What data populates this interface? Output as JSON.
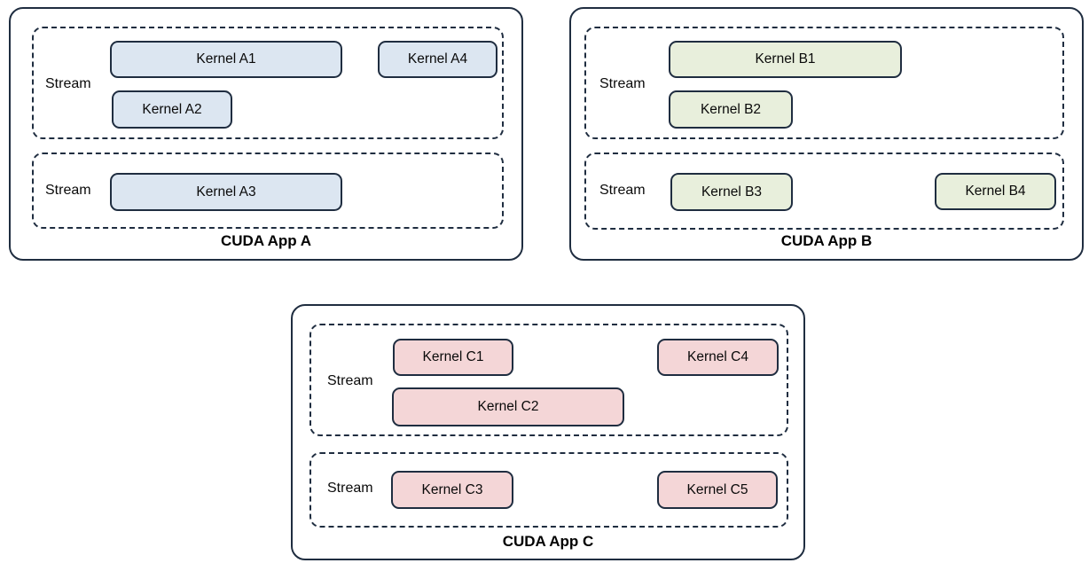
{
  "colors": {
    "outline": "#1f2d40",
    "kernel_fill_app_a": "#dce6f1",
    "kernel_fill_app_b": "#e8efdc",
    "kernel_fill_app_c": "#f4d6d7"
  },
  "apps": [
    {
      "title": "CUDA App A",
      "streams": [
        {
          "label": "Stream",
          "kernels": [
            {
              "label": "Kernel A1"
            },
            {
              "label": "Kernel A4"
            },
            {
              "label": "Kernel A2"
            }
          ]
        },
        {
          "label": "Stream",
          "kernels": [
            {
              "label": "Kernel A3"
            }
          ]
        }
      ]
    },
    {
      "title": "CUDA App B",
      "streams": [
        {
          "label": "Stream",
          "kernels": [
            {
              "label": "Kernel B1"
            },
            {
              "label": "Kernel B2"
            }
          ]
        },
        {
          "label": "Stream",
          "kernels": [
            {
              "label": "Kernel B3"
            },
            {
              "label": "Kernel B4"
            }
          ]
        }
      ]
    },
    {
      "title": "CUDA App C",
      "streams": [
        {
          "label": "Stream",
          "kernels": [
            {
              "label": "Kernel C1"
            },
            {
              "label": "Kernel C4"
            },
            {
              "label": "Kernel C2"
            }
          ]
        },
        {
          "label": "Stream",
          "kernels": [
            {
              "label": "Kernel C3"
            },
            {
              "label": "Kernel C5"
            }
          ]
        }
      ]
    }
  ]
}
